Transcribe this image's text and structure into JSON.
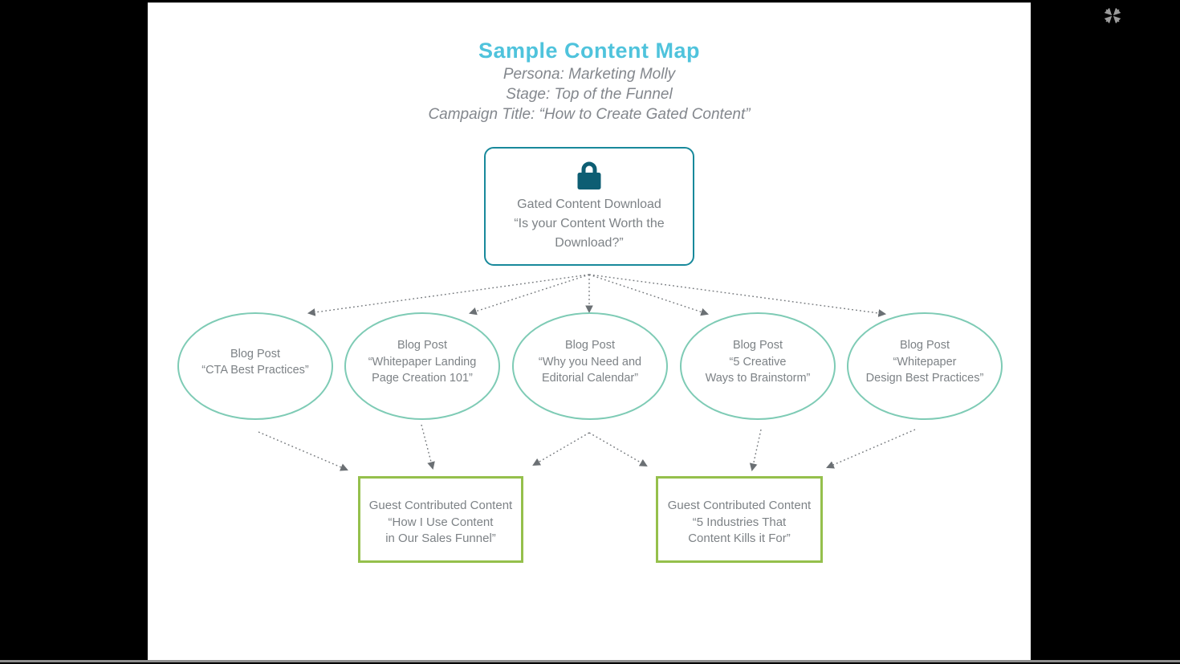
{
  "viewer": {
    "icons": {
      "fullscreen_exit": "compress-arrows (exit fullscreen)",
      "gated_lock": "lock"
    },
    "colors": {
      "letterbox": "#000000",
      "slide_bg": "#ffffff",
      "title_blue": "#4fc3dc",
      "root_border_teal": "#18899b",
      "lock_teal": "#0d5e73",
      "ellipse_border_seafoam": "#7ecbb5",
      "guest_border_green": "#95c04c",
      "text_gray": "#7d8286",
      "arrow_gray": "#75797d"
    }
  },
  "slide": {
    "title": "Sample Content Map",
    "subtitles": {
      "persona": "Persona: Marketing Molly",
      "stage": "Stage: Top of the Funnel",
      "campaign": "Campaign Title: “How to Create Gated Content”"
    },
    "root": {
      "lines": [
        "Gated Content Download",
        "“Is your Content Worth the",
        "Download?”"
      ]
    },
    "blogs": [
      {
        "lines": [
          "Blog Post",
          "“CTA Best Practices”"
        ]
      },
      {
        "lines": [
          "Blog Post",
          "“Whitepaper Landing",
          "Page Creation 101”"
        ]
      },
      {
        "lines": [
          "Blog Post",
          "“Why you Need and",
          "Editorial Calendar”"
        ]
      },
      {
        "lines": [
          "Blog Post",
          "“5 Creative",
          "Ways to Brainstorm”"
        ]
      },
      {
        "lines": [
          "Blog Post",
          "“Whitepaper",
          "Design Best Practices”"
        ]
      }
    ],
    "guests": [
      {
        "lines": [
          "Guest Contributed Content",
          "“How I Use Content",
          "in Our Sales Funnel”"
        ]
      },
      {
        "lines": [
          "Guest Contributed Content",
          "“5 Industries That",
          "Content Kills it For”"
        ]
      }
    ]
  }
}
